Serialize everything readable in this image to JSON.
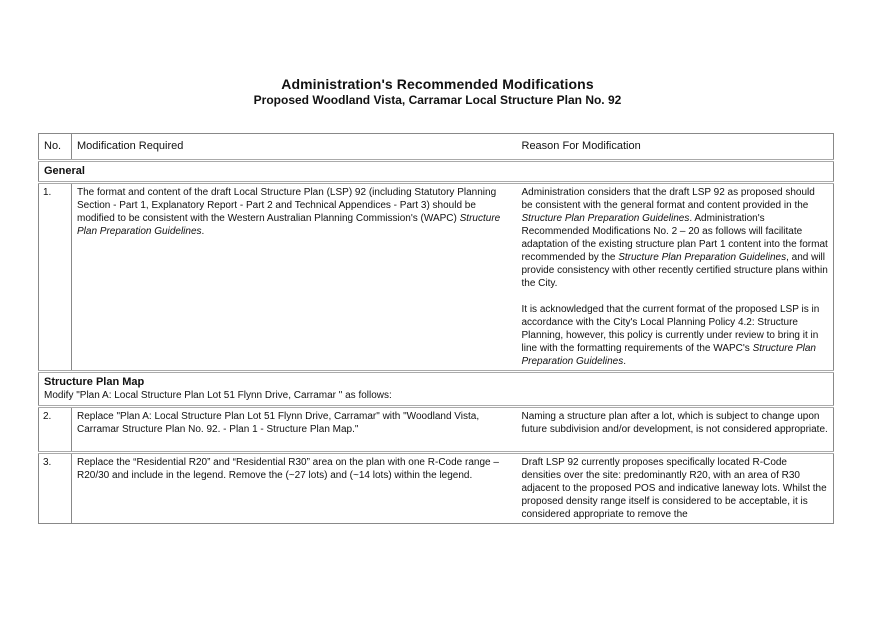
{
  "document": {
    "title": "Administration's Recommended Modifications",
    "subtitle": "Proposed Woodland Vista, Carramar Local Structure Plan No. 92"
  },
  "table": {
    "headers": {
      "no": "No.",
      "modification": "Modification Required",
      "reason": "Reason For Modification"
    },
    "sections": [
      {
        "title": "General",
        "note": "",
        "rows": [
          {
            "no": "1.",
            "modification": {
              "text": "The format and content of the draft Local Structure Plan (LSP) 92 (including Statutory Planning Section - Part 1, Explanatory Report - Part 2 and Technical Appendices - Part 3) should be modified to be consistent with the Western Australian Planning Commission's (WAPC) ",
              "italic": "Structure Plan Preparation Guidelines",
              "tail": "."
            },
            "reason": {
              "p1_a": "Administration considers that the draft LSP 92 as proposed should be consistent with the general format and content provided in the ",
              "p1_i1": "Structure Plan Preparation Guidelines",
              "p1_b": ". Administration's Recommended Modifications No. 2 – 20 as follows will facilitate adaptation of the existing structure plan Part 1 content into the format recommended by the ",
              "p1_i2": "Structure Plan Preparation Guidelines",
              "p1_c": ", and will provide consistency with other recently certified structure plans within the City.",
              "p2_a": "It is acknowledged that the current format of the proposed LSP is in accordance with the City's Local Planning Policy 4.2: Structure Planning, however, this policy is currently under review to bring it in line with the formatting requirements of the WAPC's ",
              "p2_i": "Structure Plan Preparation Guidelines",
              "p2_b": "."
            }
          }
        ]
      },
      {
        "title": "Structure Plan Map",
        "note": "Modify \"Plan A: Local Structure Plan Lot 51 Flynn Drive, Carramar \" as follows:",
        "rows": [
          {
            "no": "2.",
            "modification": {
              "text": "Replace \"Plan A: Local Structure Plan Lot 51 Flynn Drive, Carramar\" with \"Woodland Vista, Carramar Structure Plan No. 92. - Plan 1 - Structure Plan Map.\""
            },
            "reason": {
              "text": "Naming a structure plan after a lot, which is subject to change upon future subdivision and/or development, is not considered appropriate."
            }
          },
          {
            "no": "3.",
            "modification": {
              "text": "Replace the “Residential R20” and “Residential R30” area on the plan with one R-Code range – R20/30 and include in the legend. Remove the (~27 lots) and (~14 lots) within the legend."
            },
            "reason": {
              "text": "Draft LSP 92 currently proposes specifically located R-Code densities over the site: predominantly R20, with an area of R30 adjacent to the proposed POS and indicative laneway lots. Whilst the proposed density range itself is considered to be acceptable, it is considered appropriate to remove the"
            }
          }
        ]
      }
    ]
  }
}
